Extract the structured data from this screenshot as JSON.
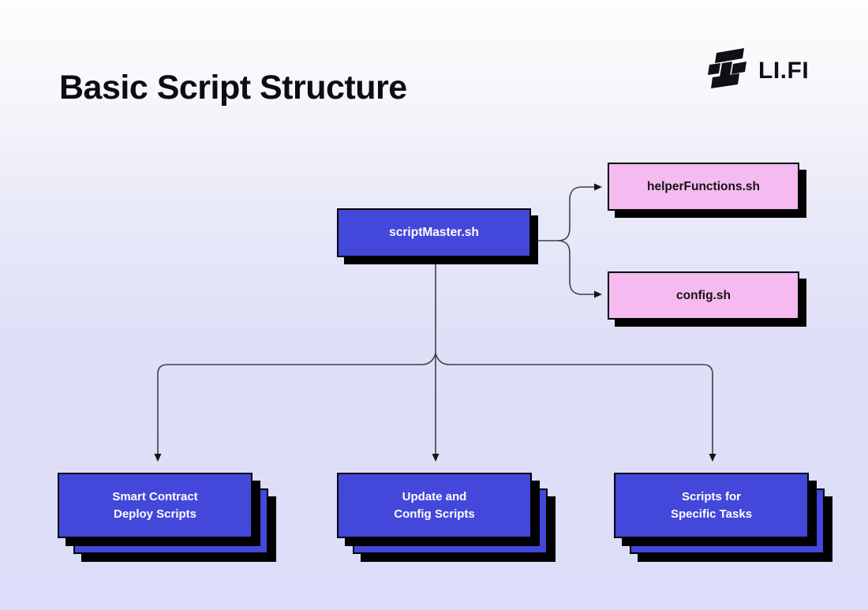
{
  "header": {
    "title": "Basic Script Structure",
    "brand": "LI.FI"
  },
  "colors": {
    "blue": "#4347da",
    "pink": "#f5baf0",
    "line": "#3f3f46",
    "shadow": "#000000",
    "bg_top": "#fdfdfe",
    "bg_bottom": "#dcddf8"
  },
  "icons": {
    "brand_mark": "lifi-logo-icon"
  },
  "nodes": {
    "script_master": {
      "label": "scriptMaster.sh"
    },
    "helper_functions": {
      "label": "helperFunctions.sh"
    },
    "config": {
      "label": "config.sh"
    },
    "deploy_scripts": {
      "line1": "Smart Contract",
      "line2": "Deploy Scripts"
    },
    "update_config_scripts": {
      "line1": "Update and",
      "line2": "Config Scripts"
    },
    "specific_tasks": {
      "line1": "Scripts for",
      "line2": "Specific Tasks"
    }
  }
}
